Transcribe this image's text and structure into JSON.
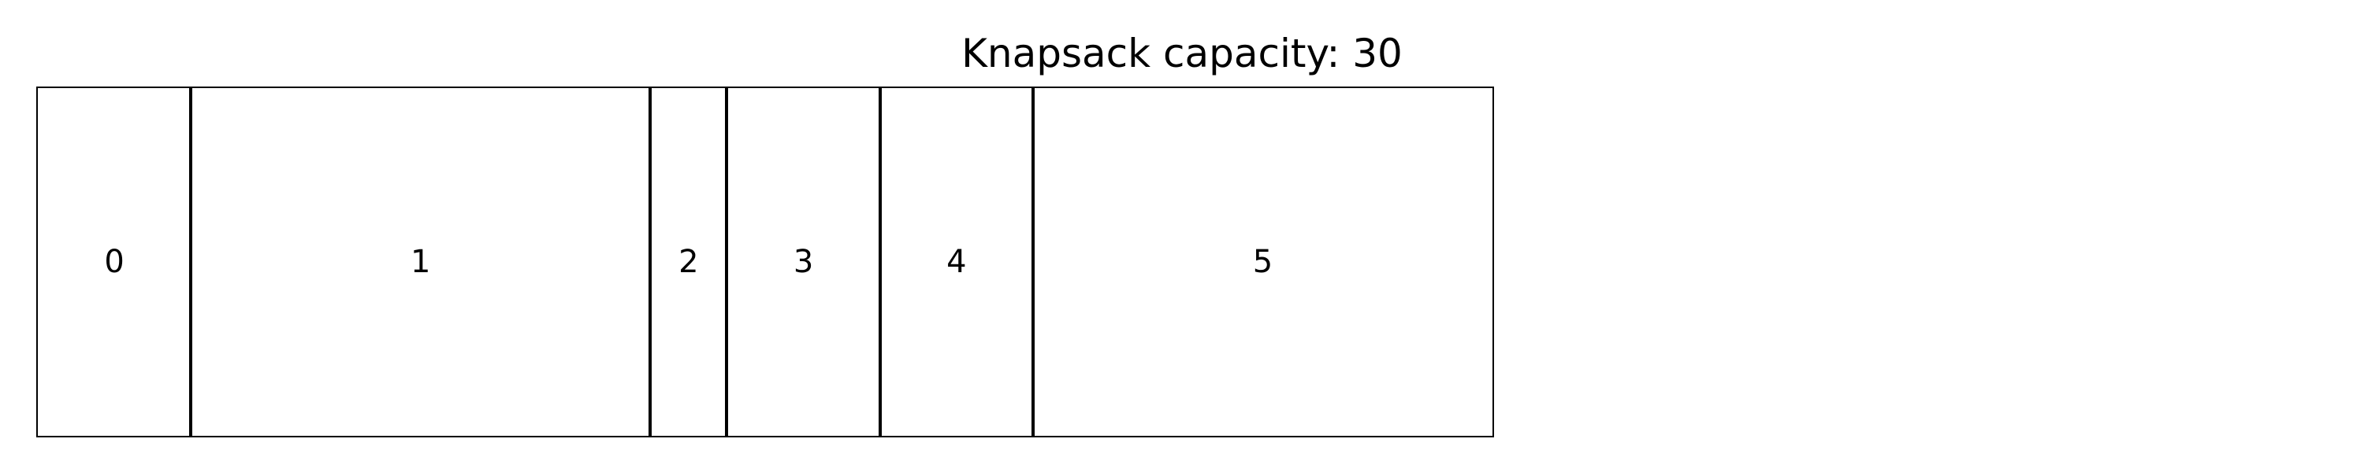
{
  "title": "Knapsack capacity: 30",
  "capacity": 30,
  "items": [
    {
      "label": "0",
      "size": 3
    },
    {
      "label": "1",
      "size": 9
    },
    {
      "label": "2",
      "size": 1.5
    },
    {
      "label": "3",
      "size": 3
    },
    {
      "label": "4",
      "size": 3
    },
    {
      "label": "5",
      "size": 9
    }
  ],
  "colors": {
    "stroke": "#000000",
    "background": "#ffffff"
  }
}
